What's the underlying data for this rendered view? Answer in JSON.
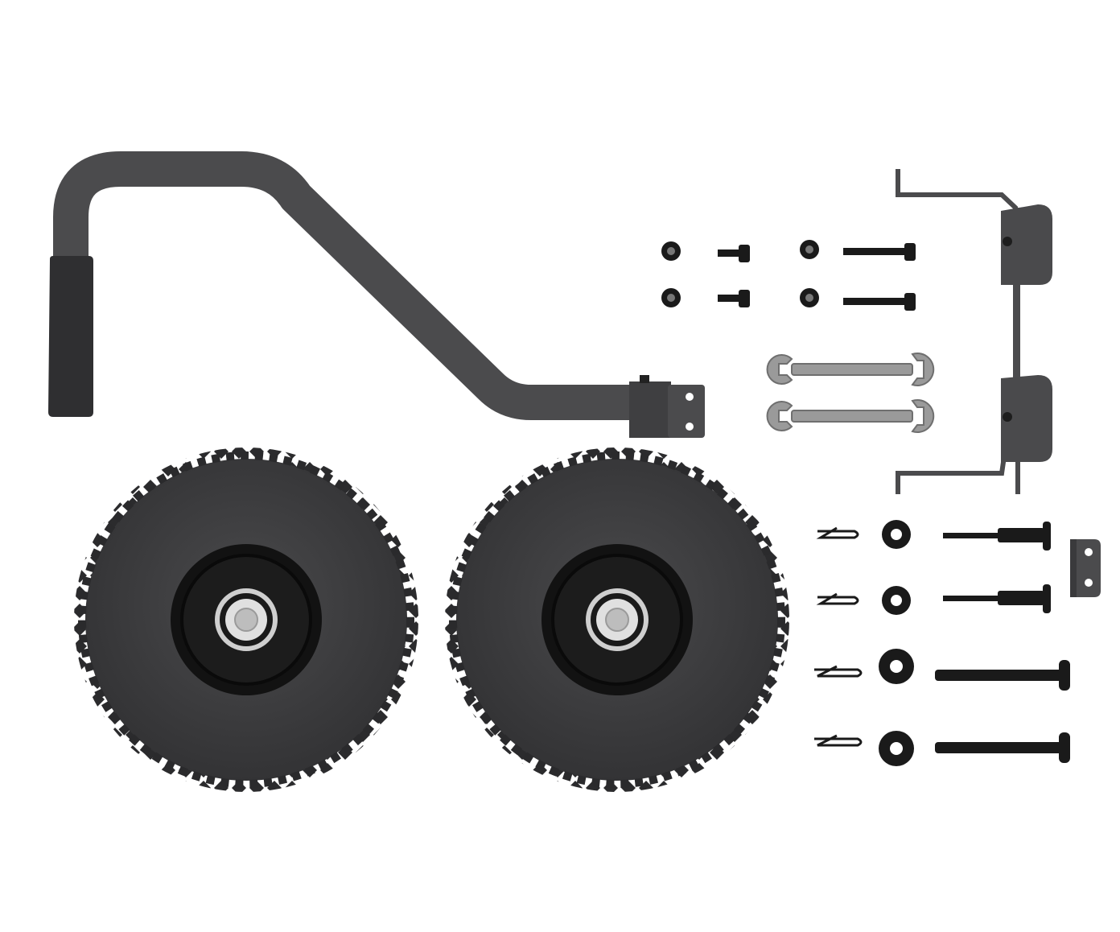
{
  "scene": {
    "description_free": true,
    "colors": {
      "background": "#ffffff",
      "metal_gray": "#4b4b4d",
      "metal_dark": "#3a3a3c",
      "tire": "#3c3c3e",
      "rim": "#111111",
      "hub_light": "#d9d9d9",
      "hardware": "#1a1a1a",
      "wrench": "#9a9a9a"
    },
    "parts": [
      {
        "name": "handle-bar",
        "icon": "handle-icon"
      },
      {
        "name": "handle-mount-plate",
        "icon": "bracket-icon"
      },
      {
        "name": "wheel",
        "icon": "wheel-icon",
        "count": 2
      },
      {
        "name": "wheel-bracket",
        "icon": "bracket-icon"
      },
      {
        "name": "hex-nut",
        "icon": "nut-icon",
        "count": 4
      },
      {
        "name": "short-bolt",
        "icon": "bolt-icon",
        "count": 2
      },
      {
        "name": "long-bolt",
        "icon": "bolt-icon",
        "count": 2
      },
      {
        "name": "wrench",
        "icon": "wrench-icon",
        "count": 2
      },
      {
        "name": "hair-pin-clip",
        "icon": "clip-icon",
        "count": 4
      },
      {
        "name": "washer",
        "icon": "washer-icon",
        "count": 4
      },
      {
        "name": "axle-pin",
        "icon": "pin-icon",
        "count": 4
      },
      {
        "name": "small-plate",
        "icon": "plate-icon",
        "count": 1
      }
    ]
  }
}
